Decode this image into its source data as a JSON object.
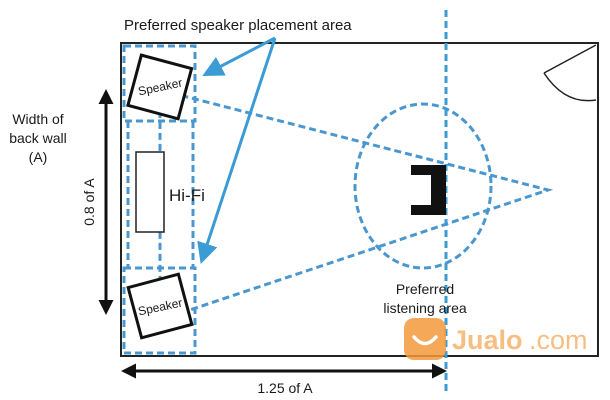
{
  "labels": {
    "placement_area": "Preferred speaker placement area",
    "width_line1": "Width of",
    "width_line2": "back wall",
    "width_line3": "(A)",
    "vertical_measure": "0.8 of A",
    "horizontal_measure": "1.25 of A",
    "speaker_top": "Speaker",
    "speaker_bottom": "Speaker",
    "hifi": "Hi-Fi",
    "listening_line1": "Preferred",
    "listening_line2": "listening area"
  },
  "watermark": {
    "brand": "Jualo",
    "suffix": ".com"
  },
  "colors": {
    "accent_blue": "#4a97d0",
    "arrow_blue": "#3a9bd5",
    "dark": "#111111",
    "watermark_orange": "#f39a3c"
  }
}
